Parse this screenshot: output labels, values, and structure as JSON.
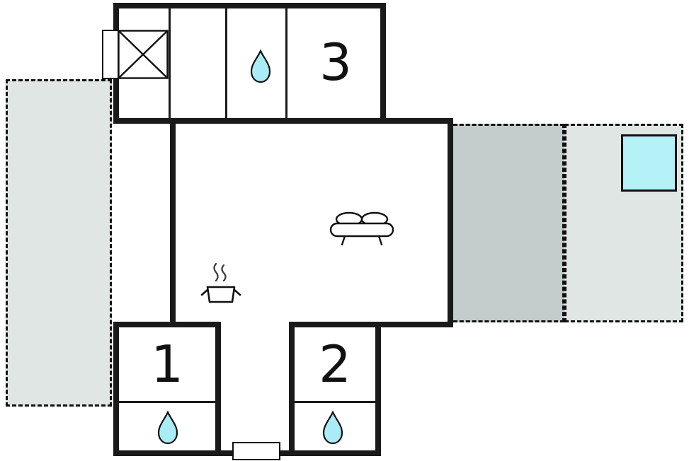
{
  "rooms": {
    "room1": {
      "label": "1"
    },
    "room2": {
      "label": "2"
    },
    "room3": {
      "label": "3"
    }
  },
  "icons": {
    "shower": "x-box-shower",
    "bathroom_top": "water-drop",
    "bathroom_room1": "water-drop",
    "bathroom_room2": "water-drop",
    "living": "sofa",
    "kitchen": "pot-with-steam",
    "outdoor": "pool-square",
    "window": "window-marker",
    "entrance": "door-marker"
  },
  "colors": {
    "wall": "#1a1a1a",
    "terrace_light": "#dfe6e4",
    "terrace_dark": "#c4cdcc",
    "water_fill": "#a9ecf6",
    "pool_fill": "#b5f2f8",
    "background": "#ffffff"
  }
}
